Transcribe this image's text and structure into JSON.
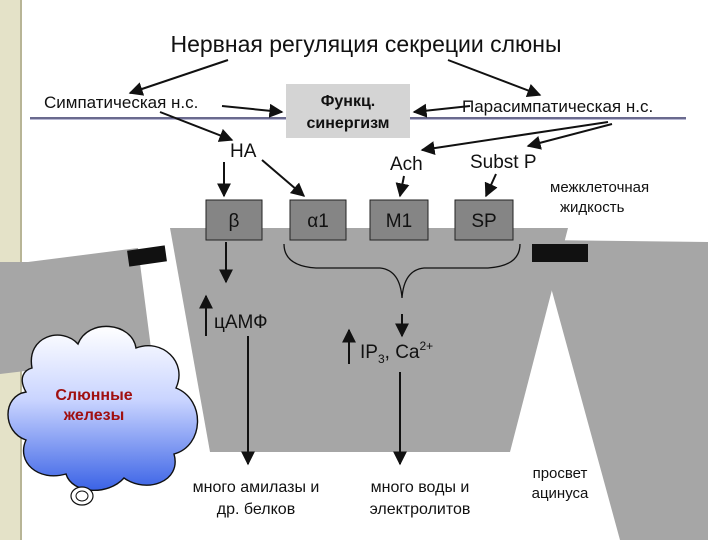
{
  "title": "Нервная регуляция секреции слюны",
  "sympathetic": "Симпатическая н.с.",
  "parasympathetic": "Парасимпатическая н.с.",
  "synergism": {
    "line1": "Функц.",
    "line2": "синергизм"
  },
  "mediators": {
    "na": "НА",
    "ach": "Ach",
    "subst_p": "Subst P"
  },
  "receptors": {
    "beta": "β",
    "alpha1": "α1",
    "m1": "M1",
    "sp": "SP"
  },
  "interstitial": {
    "line1": "межклеточная",
    "line2": "жидкость"
  },
  "camp": "цАМФ",
  "ip3": {
    "base": "IP",
    "sub": "3",
    "sep": ", Ca",
    "sup": "2+"
  },
  "output_left": {
    "line1": "много амилазы и",
    "line2": "др. белков"
  },
  "output_right": {
    "line1": "много воды и",
    "line2": "электролитов"
  },
  "lumen": {
    "line1": "просвет",
    "line2": "ацинуса"
  },
  "cloud": {
    "line1": "Слюнные",
    "line2": "железы"
  },
  "colors": {
    "cell_gray": "#a6a6a6",
    "receptor_gray": "#858585",
    "junction": "#111111",
    "synergy_box": "#d4d4d4",
    "left_strip": "#e4e2c8",
    "axis_line": "#7d7daa",
    "cloud_top": "#ffffff",
    "cloud_bottom": "#3b63e6",
    "label_red": "#a01010"
  }
}
